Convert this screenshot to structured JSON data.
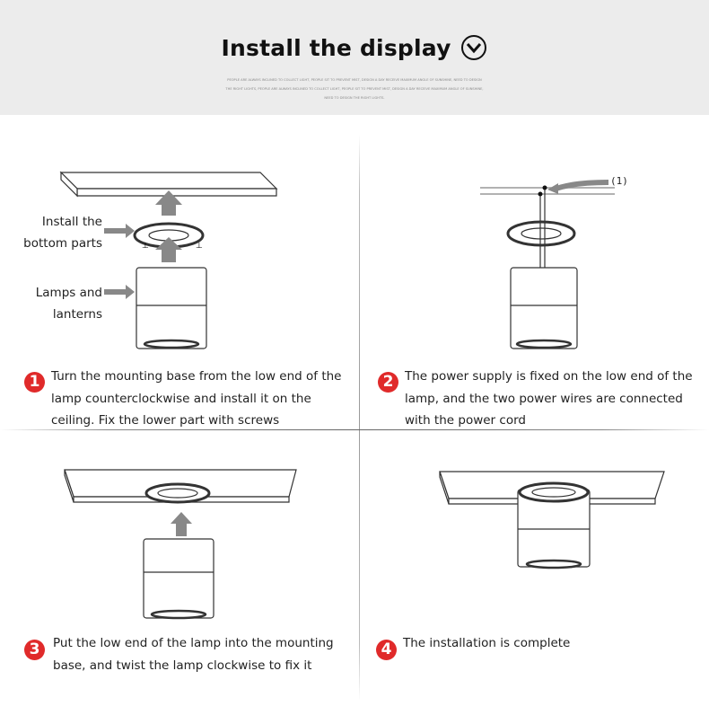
{
  "header": {
    "title": "Install the display",
    "title_icon": "circle-chevron-down-icon",
    "subtitle": "People are always inclined to collect light, people sit to prevent mist, design a day receive maximum angle of sunshine, need to design the right lights, people are always inclined to collect light, people sit to prevent mist, design a day receive maximum angle of sunshine, need to design the right lights."
  },
  "colors": {
    "badge": "#e02a2a",
    "header_bg": "#ececec",
    "arrow": "#888888"
  },
  "steps": [
    {
      "number": "1",
      "text": "Turn the mounting base from the low end of the lamp counterclockwise and install it on the ceiling. Fix the lower part with screws",
      "labels": [
        "Install the bottom parts",
        "Lamps and lanterns"
      ]
    },
    {
      "number": "2",
      "text": "The power supply is fixed on the low end of the lamp, and the two power wires are connected with the power cord",
      "labels": [
        "(1)"
      ]
    },
    {
      "number": "3",
      "text": "Put the low end of the lamp into the mounting base, and twist the lamp clockwise to fix it"
    },
    {
      "number": "4",
      "text": "The installation is complete"
    }
  ]
}
